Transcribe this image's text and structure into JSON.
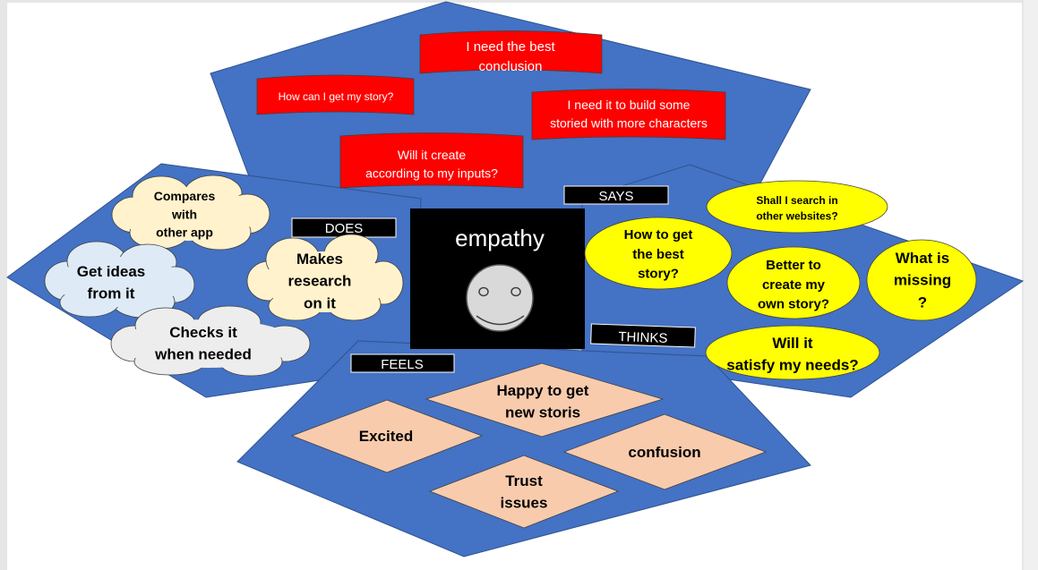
{
  "colors": {
    "panel": "#4472c4",
    "says_note": "#ff0000",
    "thinks_bubble": "#ffff00",
    "feels_diamond": "#f8cbad",
    "center": "#000000",
    "face": "#d9d9d9"
  },
  "center": {
    "title": "empathy"
  },
  "quadrant_labels": {
    "says": "SAYS",
    "does": "DOES",
    "thinks": "THINKS",
    "feels": "FEELS"
  },
  "says": [
    "I need the best conclusion",
    "How can I get my story?",
    "I need it to build some storied with more characters",
    "Will it create according to my inputs?"
  ],
  "does": [
    "Compares with other app",
    "Get ideas from it",
    "Makes research on it",
    "Checks it when needed"
  ],
  "thinks": [
    "Shall I search in other websites?",
    "How to get the best story?",
    "Better to create my own story?",
    "What is missing ?",
    "Will it satisfy my needs?"
  ],
  "feels": [
    "Happy to get new storis",
    "Excited",
    "confusion",
    "Trust issues"
  ]
}
